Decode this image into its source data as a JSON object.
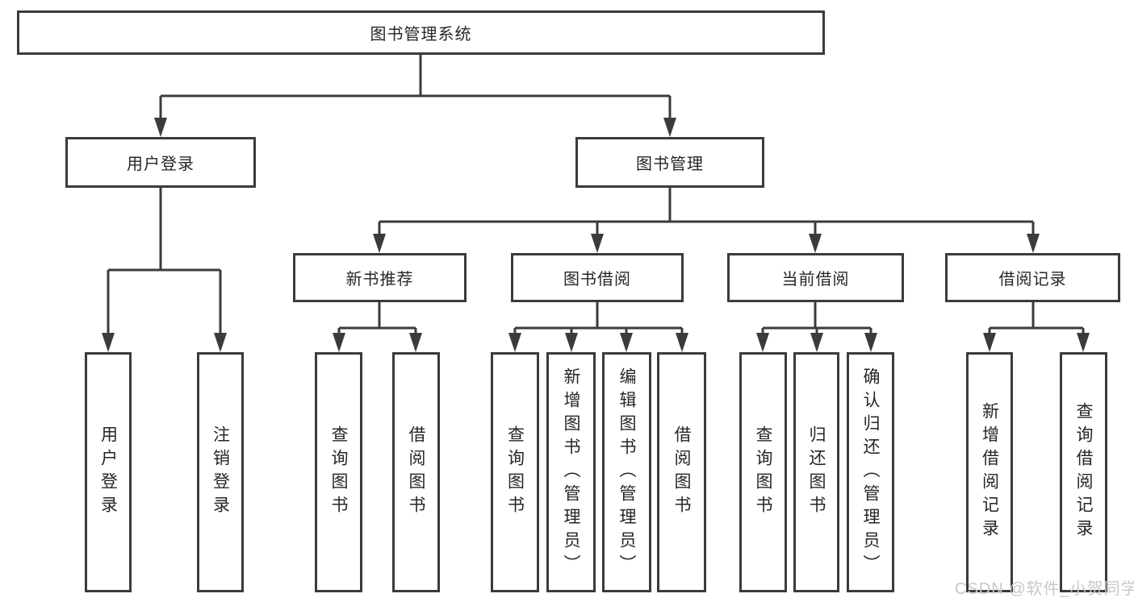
{
  "diagram": {
    "title": "图书管理系统",
    "nodes": {
      "root": "图书管理系统",
      "l2": [
        "用户登录",
        "图书管理"
      ],
      "l3": [
        "新书推荐",
        "图书借阅",
        "当前借阅",
        "借阅记录"
      ],
      "leaves": [
        "用户登录",
        "注销登录",
        "查询图书",
        "借阅图书",
        "查询图书",
        "新增图书（管理员）",
        "编辑图书（管理员）",
        "借阅图书",
        "查询图书",
        "归还图书",
        "确认归还（管理员）",
        "新增借阅记录",
        "查询借阅记录"
      ]
    },
    "hierarchy": {
      "图书管理系统": {
        "用户登录": [
          "用户登录",
          "注销登录"
        ],
        "图书管理": {
          "新书推荐": [
            "查询图书",
            "借阅图书"
          ],
          "图书借阅": [
            "查询图书",
            "新增图书（管理员）",
            "编辑图书（管理员）",
            "借阅图书"
          ],
          "当前借阅": [
            "查询图书",
            "归还图书",
            "确认归还（管理员）"
          ],
          "借阅记录": [
            "新增借阅记录",
            "查询借阅记录"
          ]
        }
      }
    },
    "watermark": "CSDN @软件_小贺同学",
    "colors": {
      "line": "#3b3b3b",
      "text": "#262626",
      "watermark": "#c8c8c8",
      "background": "#ffffff"
    }
  }
}
